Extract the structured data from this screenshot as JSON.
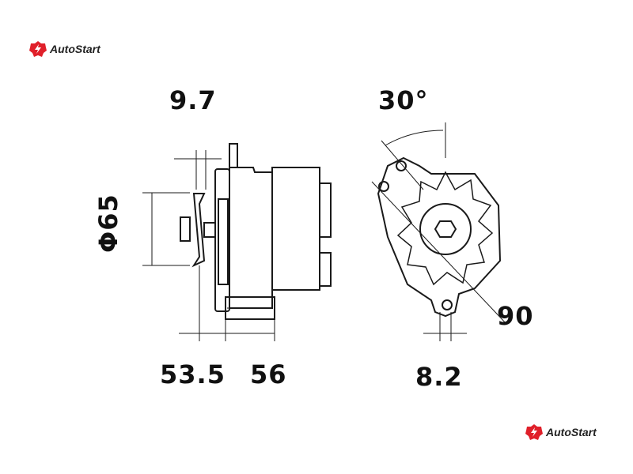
{
  "logos": {
    "top_left": "AutoStart",
    "bottom_right": "AutoStart"
  },
  "dimensions": {
    "gap_width": "9.7",
    "mount_angle": "30°",
    "pulley_diameter": "Φ65",
    "pulley_offset": "53.5",
    "body_length": "56",
    "mount_hole": "8.2",
    "ear_distance": "90"
  },
  "colors": {
    "logo_red": "#e0202a",
    "line": "#1a1a1a"
  }
}
